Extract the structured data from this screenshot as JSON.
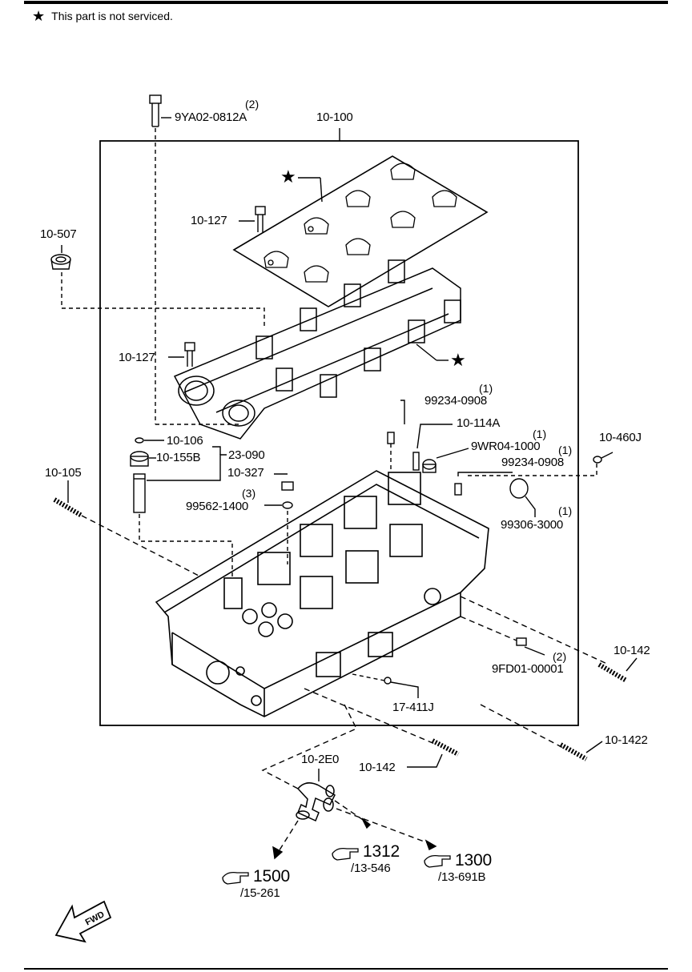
{
  "note": {
    "star_symbol": "★",
    "text": "This part is not serviced."
  },
  "labels": {
    "bolt_top": "9YA02-0812A",
    "bolt_top_qty": "(2)",
    "assembly": "10-100",
    "plug_left": "10-507",
    "bolt_a": "10-127",
    "bolt_b": "10-127",
    "pin_1": "99234-0908",
    "pin_1_qty": "(1)",
    "part_114a": "10-114A",
    "part_9wr": "9WR04-1000",
    "part_9wr_qty": "(1)",
    "pin_2": "99234-0908",
    "pin_2_qty": "(1)",
    "part_460j": "10-460J",
    "part_106": "10-106",
    "part_155b": "10-155B",
    "part_23090": "23-090",
    "part_327": "10-327",
    "washer": "99562-1400",
    "washer_qty": "(3)",
    "stud_left": "10-105",
    "plug_right": "99306-3000",
    "plug_right_qty": "(1)",
    "fd01": "9FD01-00001",
    "fd01_qty": "(2)",
    "stud_right": "10-142",
    "sensor": "17-411J",
    "stud_bottom": "10-142",
    "stud_bottom_right": "10-1422",
    "fitting": "10-2E0",
    "ref_1312": "1312",
    "ref_1312_sub": "/13-546",
    "ref_1300": "1300",
    "ref_1300_sub": "/13-691B",
    "ref_1500": "1500",
    "ref_1500_sub": "/15-261",
    "fwd": "FWD",
    "star_a": "★",
    "star_b": "★"
  }
}
